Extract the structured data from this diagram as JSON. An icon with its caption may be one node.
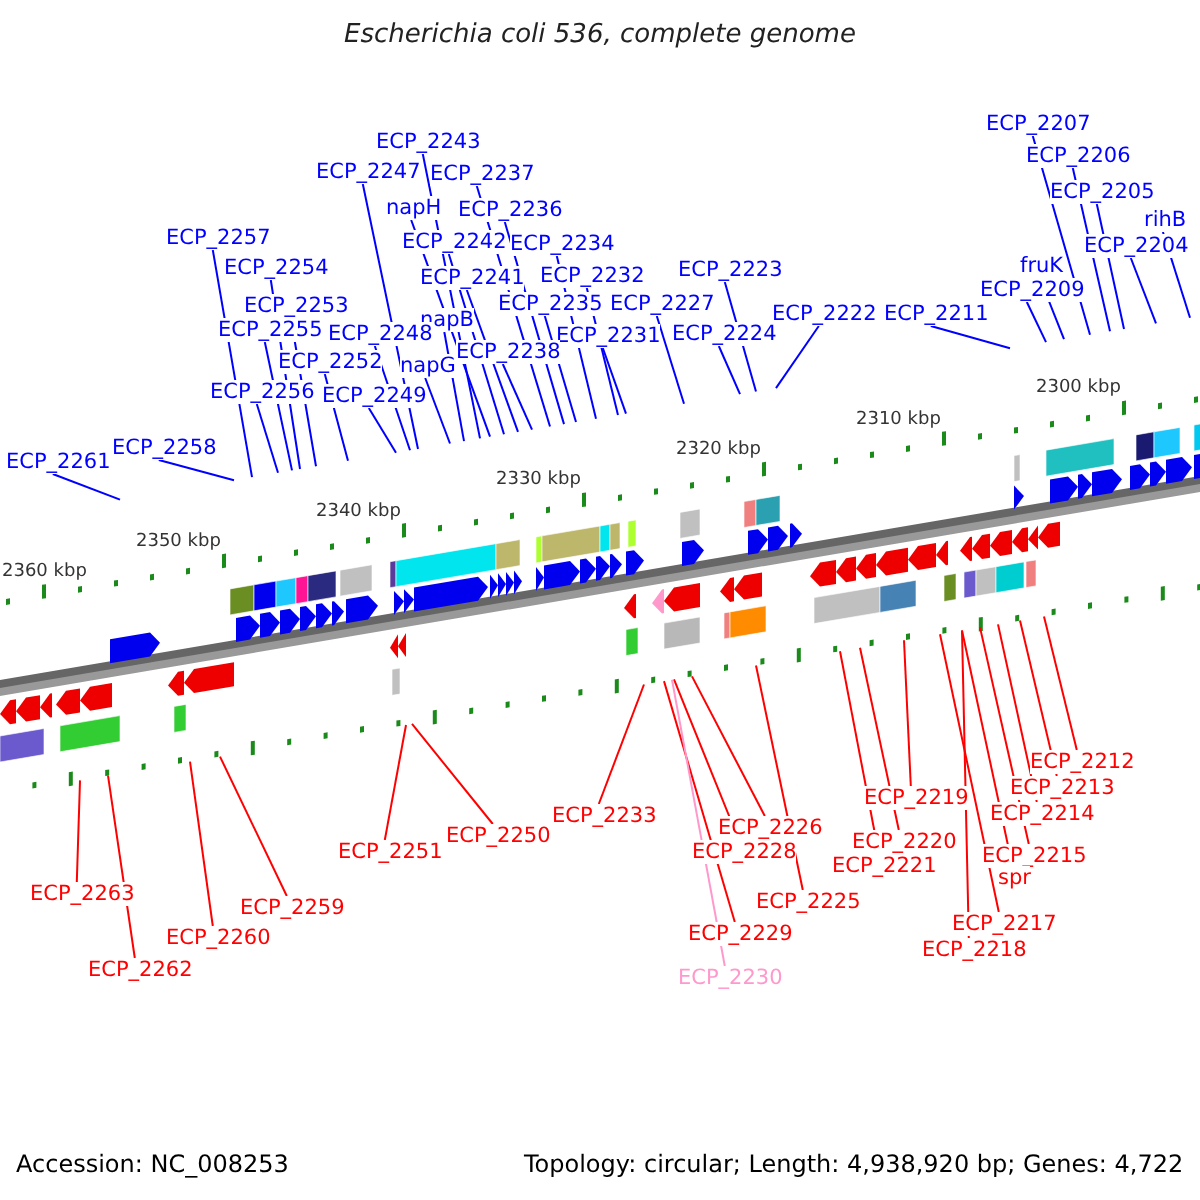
{
  "diagram": {
    "title": "Escherichia coli 536, complete genome",
    "nodes": [
      {
        "text": [
          "ECP_2207"
        ]
      },
      {
        "text": [
          "ECP_2206"
        ]
      },
      {
        "text": [
          "ECP_2205"
        ]
      },
      {
        "text": [
          "rihB"
        ]
      },
      {
        "text": [
          "ECP_2204"
        ]
      },
      {
        "text": [
          "fruK"
        ]
      },
      {
        "text": [
          "ECP_2209"
        ]
      },
      {
        "text": [
          "ECP_2211"
        ]
      },
      {
        "text": [
          "ECP_2222"
        ]
      },
      {
        "text": [
          "ECP_2223"
        ]
      },
      {
        "text": [
          "ECP_2224"
        ]
      },
      {
        "text": [
          "ECP_2227"
        ]
      },
      {
        "text": [
          "ECP_2231"
        ]
      },
      {
        "text": [
          "ECP_2232"
        ]
      },
      {
        "text": [
          "ECP_2234"
        ]
      },
      {
        "text": [
          "ECP_2235"
        ]
      },
      {
        "text": [
          "ECP_2236"
        ]
      },
      {
        "text": [
          "ECP_2237"
        ]
      },
      {
        "text": [
          "ECP_2238"
        ]
      },
      {
        "text": [
          "ECP_2241"
        ]
      },
      {
        "text": [
          "ECP_2242"
        ]
      },
      {
        "text": [
          "napH"
        ]
      },
      {
        "text": [
          "ECP_2243"
        ]
      },
      {
        "text": [
          "ECP_2247"
        ]
      },
      {
        "text": [
          "napB"
        ]
      },
      {
        "text": [
          "napG"
        ]
      },
      {
        "text": [
          "ECP_2248"
        ]
      },
      {
        "text": [
          "ECP_2249"
        ]
      },
      {
        "text": [
          "ECP_2252"
        ]
      },
      {
        "text": [
          "ECP_2253"
        ]
      },
      {
        "text": [
          "ECP_2254"
        ]
      },
      {
        "text": [
          "ECP_2255"
        ]
      },
      {
        "text": [
          "ECP_2256"
        ]
      },
      {
        "text": [
          "ECP_2257"
        ]
      },
      {
        "text": [
          "ECP_2258"
        ]
      },
      {
        "text": [
          "ECP_2261"
        ]
      },
      {
        "text": [
          "ECP_2263"
        ]
      },
      {
        "text": [
          "ECP_2262"
        ]
      },
      {
        "text": [
          "ECP_2260"
        ]
      },
      {
        "text": [
          "ECP_2259"
        ]
      },
      {
        "text": [
          "ECP_2251"
        ]
      },
      {
        "text": [
          "ECP_2250"
        ]
      },
      {
        "text": [
          "ECP_2233"
        ]
      },
      {
        "text": [
          "ECP_2226"
        ]
      },
      {
        "text": [
          "ECP_2228"
        ]
      },
      {
        "text": [
          "ECP_2229"
        ]
      },
      {
        "text": [
          "ECP_2230"
        ]
      },
      {
        "text": [
          "ECP_2225"
        ]
      },
      {
        "text": [
          "ECP_2219"
        ]
      },
      {
        "text": [
          "ECP_2220"
        ]
      },
      {
        "text": [
          "ECP_2221"
        ]
      },
      {
        "text": [
          "ECP_2217"
        ]
      },
      {
        "text": [
          "ECP_2218"
        ]
      },
      {
        "text": [
          "ECP_2212"
        ]
      },
      {
        "text": [
          "ECP_2213"
        ]
      },
      {
        "text": [
          "ECP_2214"
        ]
      },
      {
        "text": [
          "ECP_2215"
        ]
      },
      {
        "text": [
          "spr"
        ]
      }
    ],
    "edges": [
      {
        "from": 0,
        "to": null,
        "arrow": "none"
      },
      {
        "from": 1,
        "to": null,
        "arrow": "none"
      },
      {
        "from": 2,
        "to": null,
        "arrow": "none"
      },
      {
        "from": 3,
        "to": null,
        "arrow": "none"
      },
      {
        "from": 4,
        "to": null,
        "arrow": "none"
      },
      {
        "from": 5,
        "to": null,
        "arrow": "none"
      },
      {
        "from": 6,
        "to": null,
        "arrow": "none"
      },
      {
        "from": 7,
        "to": null,
        "arrow": "none"
      },
      {
        "from": 8,
        "to": null,
        "arrow": "none"
      },
      {
        "from": 9,
        "to": null,
        "arrow": "none"
      },
      {
        "from": 10,
        "to": null,
        "arrow": "none"
      },
      {
        "from": 11,
        "to": null,
        "arrow": "none"
      },
      {
        "from": 12,
        "to": null,
        "arrow": "none"
      },
      {
        "from": 13,
        "to": null,
        "arrow": "none"
      },
      {
        "from": 14,
        "to": null,
        "arrow": "none"
      },
      {
        "from": 15,
        "to": null,
        "arrow": "none"
      },
      {
        "from": 16,
        "to": null,
        "arrow": "none"
      },
      {
        "from": 17,
        "to": null,
        "arrow": "none"
      },
      {
        "from": 18,
        "to": null,
        "arrow": "none"
      },
      {
        "from": 19,
        "to": null,
        "arrow": "none"
      },
      {
        "from": 20,
        "to": null,
        "arrow": "none"
      },
      {
        "from": 21,
        "to": null,
        "arrow": "none"
      },
      {
        "from": 22,
        "to": null,
        "arrow": "none"
      },
      {
        "from": 23,
        "to": null,
        "arrow": "none"
      },
      {
        "from": 24,
        "to": null,
        "arrow": "none"
      },
      {
        "from": 25,
        "to": null,
        "arrow": "none"
      },
      {
        "from": 26,
        "to": null,
        "arrow": "none"
      },
      {
        "from": 27,
        "to": null,
        "arrow": "none"
      },
      {
        "from": 28,
        "to": null,
        "arrow": "none"
      },
      {
        "from": 29,
        "to": null,
        "arrow": "none"
      },
      {
        "from": 30,
        "to": null,
        "arrow": "none"
      },
      {
        "from": 31,
        "to": null,
        "arrow": "none"
      },
      {
        "from": 32,
        "to": null,
        "arrow": "none"
      },
      {
        "from": 33,
        "to": null,
        "arrow": "none"
      },
      {
        "from": 34,
        "to": null,
        "arrow": "none"
      },
      {
        "from": 35,
        "to": null,
        "arrow": "none"
      },
      {
        "from": 36,
        "to": null,
        "arrow": "none",
        "color": "#ff0000"
      },
      {
        "from": 37,
        "to": null,
        "arrow": "none",
        "color": "#ff0000"
      },
      {
        "from": 38,
        "to": null,
        "arrow": "none",
        "color": "#ff0000"
      },
      {
        "from": 39,
        "to": null,
        "arrow": "none",
        "color": "#ff0000"
      },
      {
        "from": 40,
        "to": null,
        "arrow": "none",
        "color": "#ff0000"
      },
      {
        "from": 41,
        "to": null,
        "arrow": "none",
        "color": "#ff0000"
      },
      {
        "from": 42,
        "to": null,
        "arrow": "none",
        "color": "#ff0000"
      },
      {
        "from": 43,
        "to": null,
        "arrow": "none",
        "color": "#ff0000"
      },
      {
        "from": 44,
        "to": null,
        "arrow": "none",
        "color": "#ff0000"
      },
      {
        "from": 45,
        "to": null,
        "arrow": "none",
        "color": "#ff0000"
      },
      {
        "from": 46,
        "to": null,
        "arrow": "none",
        "color": "#ff99cc"
      },
      {
        "from": 47,
        "to": null,
        "arrow": "none",
        "color": "#ff0000"
      },
      {
        "from": 48,
        "to": null,
        "arrow": "none",
        "color": "#ff0000"
      },
      {
        "from": 49,
        "to": null,
        "arrow": "none",
        "color": "#ff0000"
      },
      {
        "from": 50,
        "to": null,
        "arrow": "none",
        "color": "#ff0000"
      },
      {
        "from": 51,
        "to": null,
        "arrow": "none",
        "color": "#ff0000"
      },
      {
        "from": 52,
        "to": null,
        "arrow": "none",
        "color": "#ff0000"
      },
      {
        "from": 53,
        "to": null,
        "arrow": "none",
        "color": "#ff0000"
      },
      {
        "from": 54,
        "to": null,
        "arrow": "none",
        "color": "#ff0000"
      },
      {
        "from": 55,
        "to": null,
        "arrow": "none",
        "color": "#ff0000"
      },
      {
        "from": 56,
        "to": null,
        "arrow": "none",
        "color": "#ff0000"
      },
      {
        "from": 57,
        "to": null,
        "arrow": "none",
        "color": "#ff0000"
      }
    ],
    "labels": [
      "2360 kbp",
      "2350 kbp",
      "2340 kbp",
      "2330 kbp",
      "2320 kbp",
      "2310 kbp",
      "2300 kbp",
      "Accession: NC_008253",
      "Topology: circular; Length: 4,938,920 bp; Genes: 4,722"
    ]
  }
}
